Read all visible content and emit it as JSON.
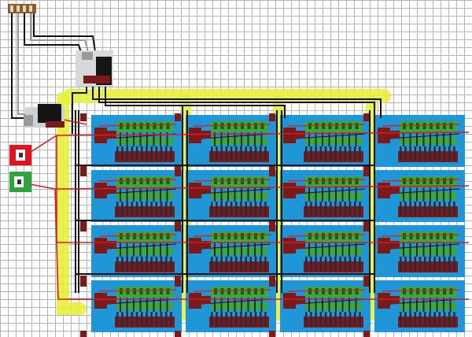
{
  "colors": {
    "background": "#ffffff",
    "grid": "#b4b4b4",
    "module_board": "#1e96d8",
    "pcb_green": "#3aa83a",
    "pcb_dark": "#1a5a1a",
    "connector_maroon": "#7a1a1a",
    "pin_dark": "#2a2a3a",
    "bus_highlight": "#e6f03a",
    "wire_red": "#e01818",
    "wire_black": "#111111",
    "wire_gray": "#999999",
    "chip_black": "#151515",
    "jack_red": "#e0141e",
    "jack_green": "#2ea43a",
    "jack_gray": "#9a9a9a"
  },
  "grid": {
    "rows": 4,
    "cols": 4
  },
  "modules": [
    {
      "id": "r1c1"
    },
    {
      "id": "r1c2"
    },
    {
      "id": "r1c3"
    },
    {
      "id": "r1c4"
    },
    {
      "id": "r2c1"
    },
    {
      "id": "r2c2"
    },
    {
      "id": "r2c3"
    },
    {
      "id": "r2c4"
    },
    {
      "id": "r3c1"
    },
    {
      "id": "r3c2"
    },
    {
      "id": "r3c3"
    },
    {
      "id": "r3c4"
    },
    {
      "id": "r4c1"
    },
    {
      "id": "r4c2"
    },
    {
      "id": "r4c3"
    },
    {
      "id": "r4c4"
    }
  ],
  "icons": {
    "header_pins": "pin-header-icon",
    "controller": "microcontroller-icon",
    "driver": "driver-chip-icon",
    "power_red": "power-jack-red-icon",
    "power_green": "power-jack-green-icon"
  }
}
